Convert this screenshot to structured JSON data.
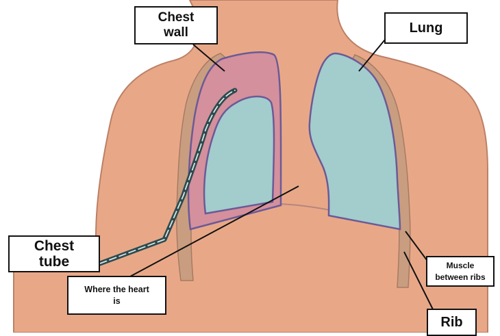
{
  "labels": {
    "chest_wall": "Chest\nwall",
    "lung": "Lung",
    "chest_tube": "Chest\ntube",
    "heart": "Where the heart\nis",
    "muscle": "Muscle\nbetween ribs",
    "rib": "Rib"
  },
  "colors": {
    "skin": "#e8a888",
    "skin_outline": "#bb8066",
    "pleural_space": "#d4909c",
    "lung_fill": "#a3cccd",
    "lung_outline": "#6b5a96",
    "rib_tissue": "#c99d80",
    "tube": "#2d4a4e"
  }
}
